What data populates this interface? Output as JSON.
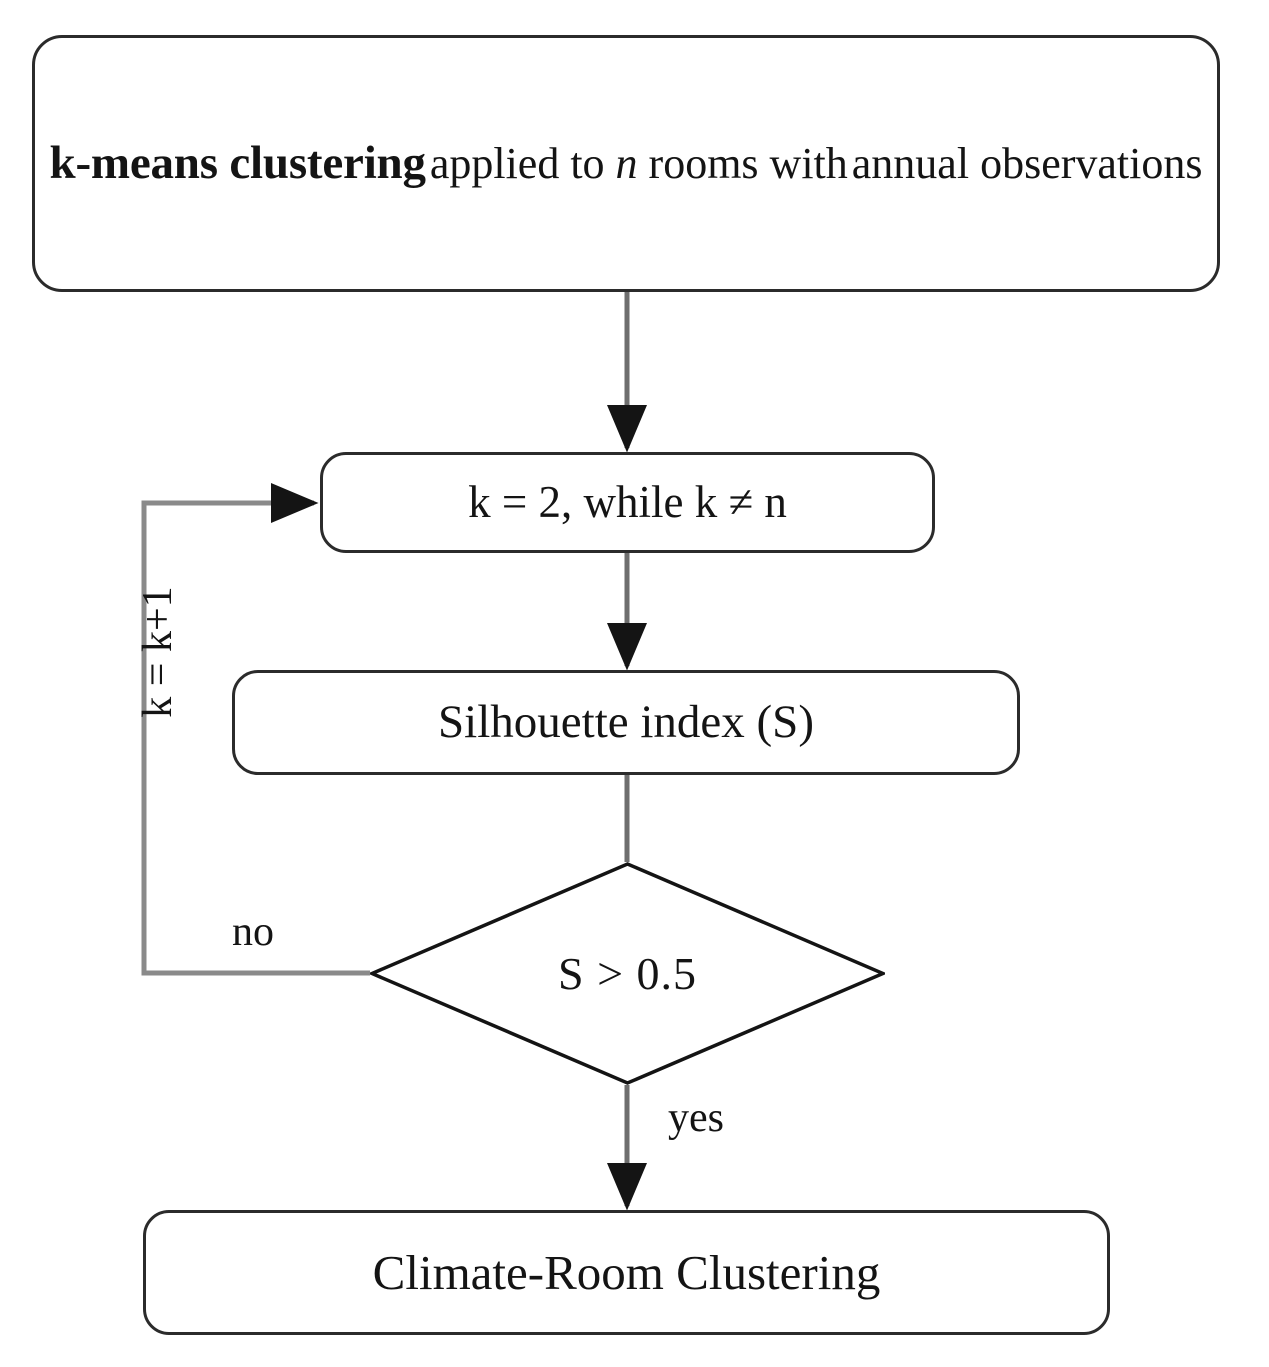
{
  "diagram": {
    "title": "k-means clustering flowchart",
    "type": "flowchart",
    "colors": {
      "background": "#ffffff",
      "node_stroke": "#2b2b2b",
      "connector_stroke": "#6e6e6e",
      "diamond_stroke": "#141414",
      "text": "#141414"
    },
    "nodes": {
      "start": {
        "shape": "rounded-rectangle",
        "line1": "k-means clustering",
        "line2_pre": "applied to ",
        "line2_italic": "n",
        "line2_post": " rooms with",
        "line3": "annual observations"
      },
      "k_init": {
        "shape": "rounded-rectangle",
        "label": "k = 2, while k ≠ n"
      },
      "silhouette": {
        "shape": "rounded-rectangle",
        "label": "Silhouette index (S)"
      },
      "decision": {
        "shape": "diamond",
        "label": "S > 0.5"
      },
      "result": {
        "shape": "rounded-rectangle",
        "label": "Climate-Room Clustering"
      }
    },
    "edges": {
      "start_to_kinit": {
        "label": ""
      },
      "kinit_to_silhouette": {
        "label": ""
      },
      "silhouette_to_decision": {
        "label": ""
      },
      "decision_no": {
        "label": "no"
      },
      "decision_yes": {
        "label": "yes"
      },
      "loop_back": {
        "label": "k = k+1"
      }
    }
  }
}
